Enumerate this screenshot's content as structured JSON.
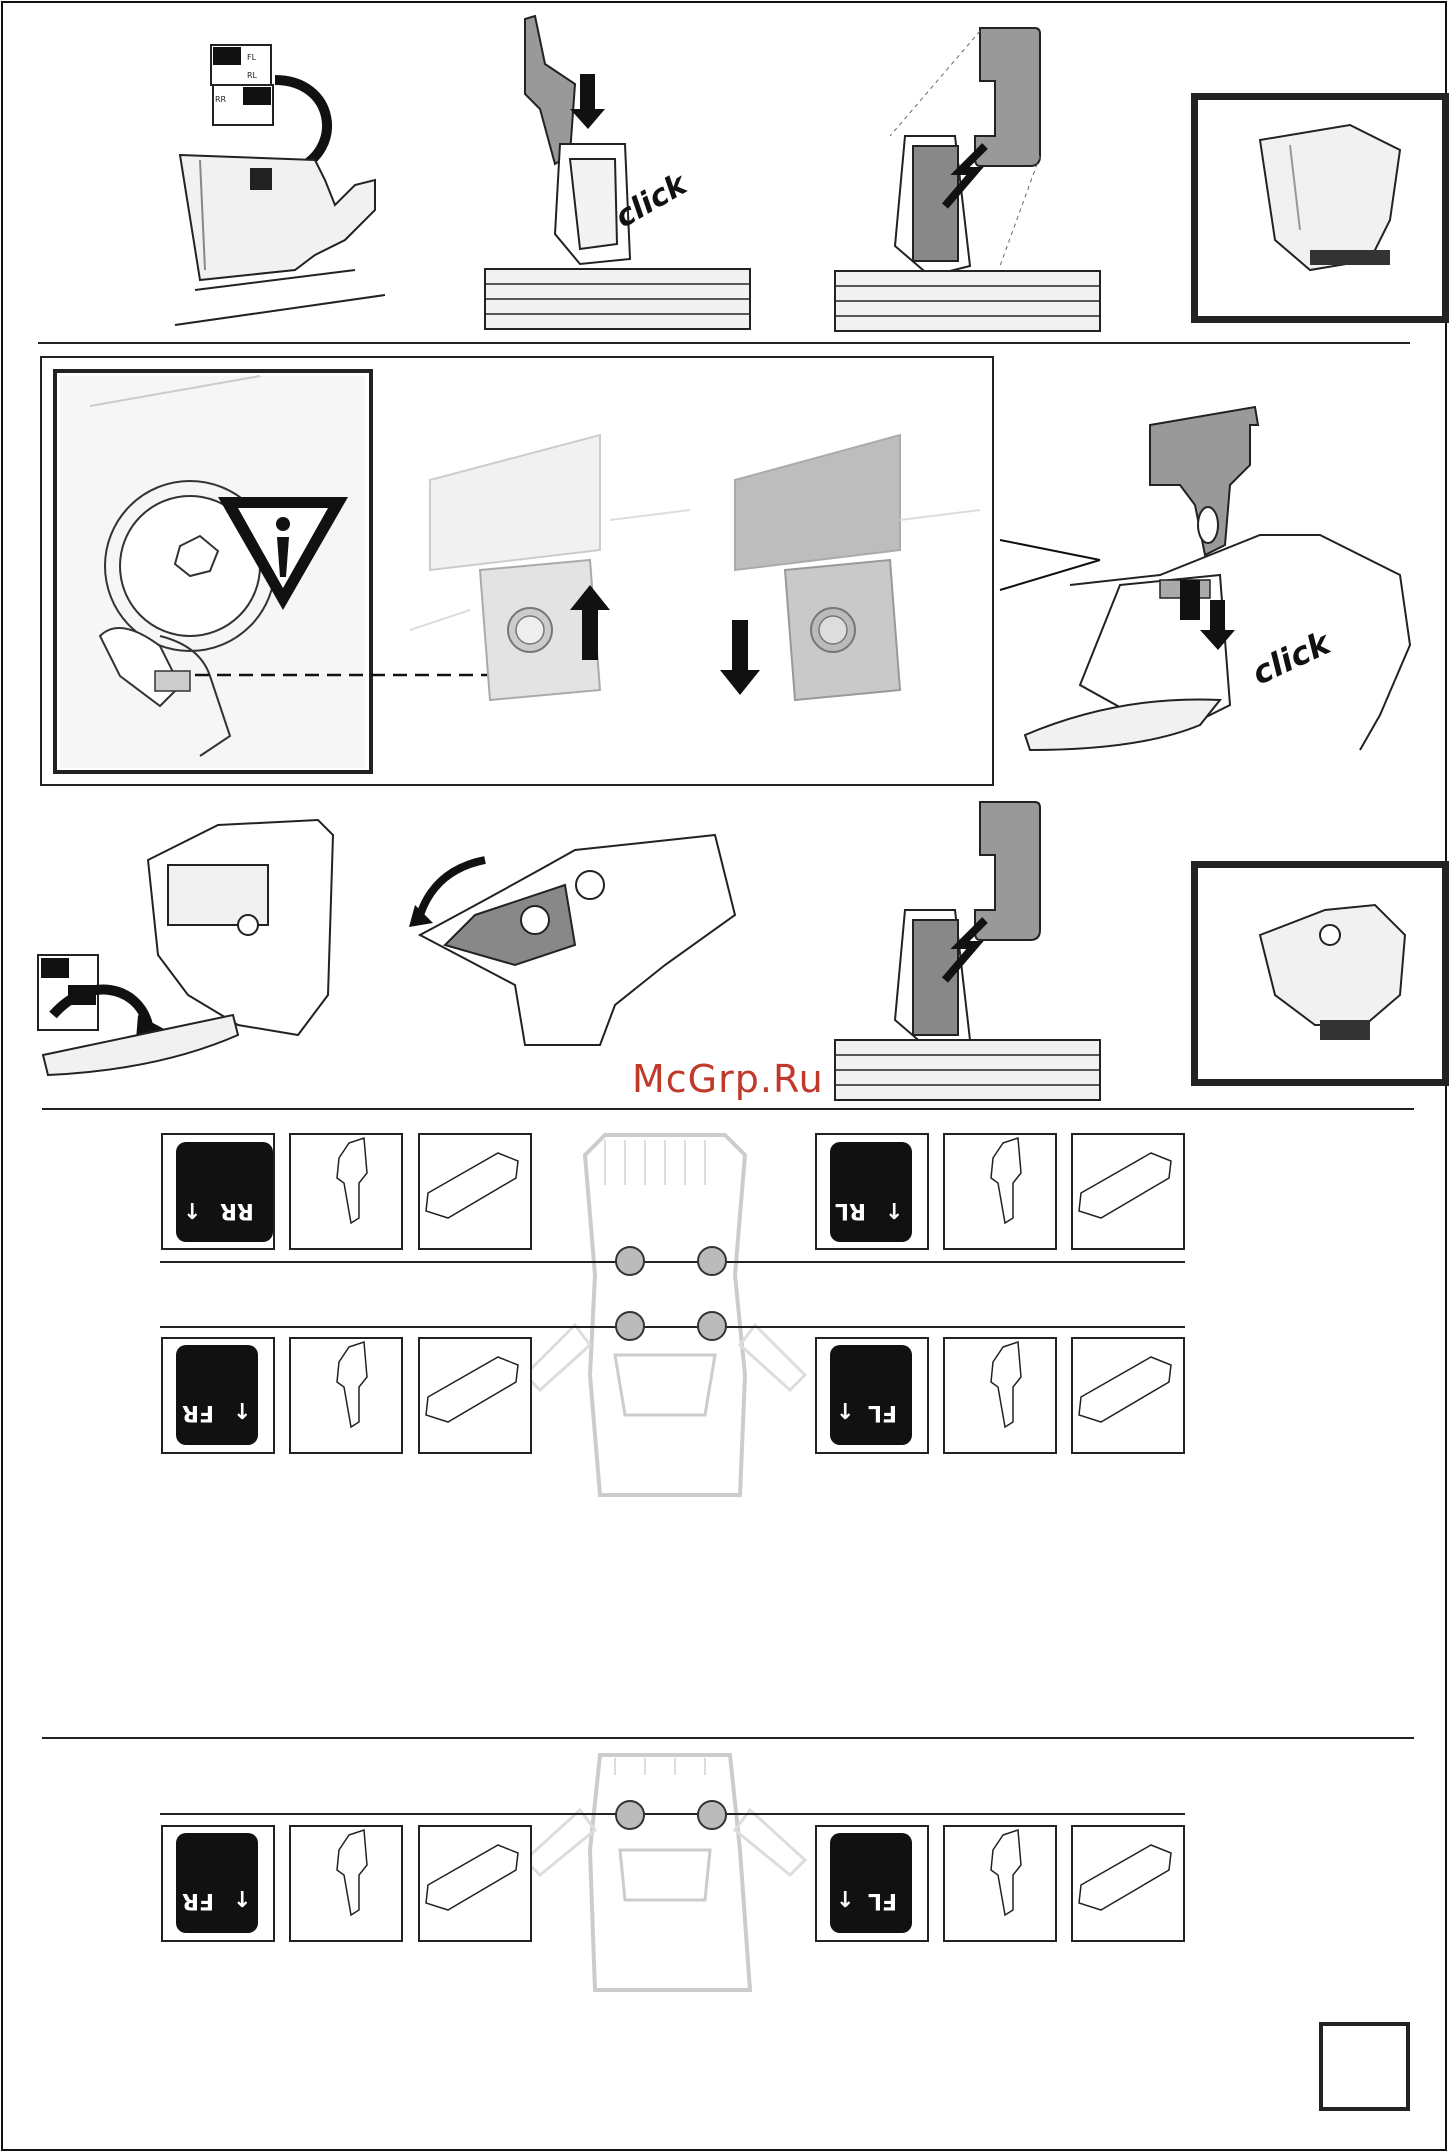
{
  "watermark": {
    "text": "McGrp.Ru"
  },
  "click_label": "click",
  "positions": {
    "rear_right": "RR",
    "rear_left": "RL",
    "front_right": "FR",
    "front_left": "FL"
  },
  "sticker_labels": {
    "fl": "FL",
    "rl": "RL",
    "rr": "RR"
  },
  "page_number_box": {
    "text": ""
  },
  "icons": {
    "warning": "warning-triangle-icon",
    "arrow": "arrow-icon"
  }
}
